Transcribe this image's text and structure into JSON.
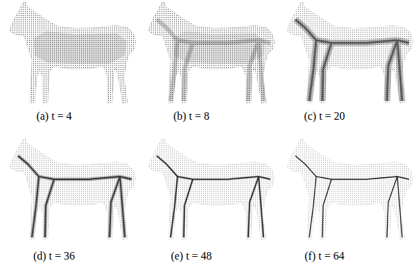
{
  "diagram": {
    "labels": [
      "(a) t = 4",
      "(b) t = 8",
      "(c) t = 20",
      "(d) t = 36",
      "(e) t = 48",
      "(f) t = 64"
    ]
  }
}
